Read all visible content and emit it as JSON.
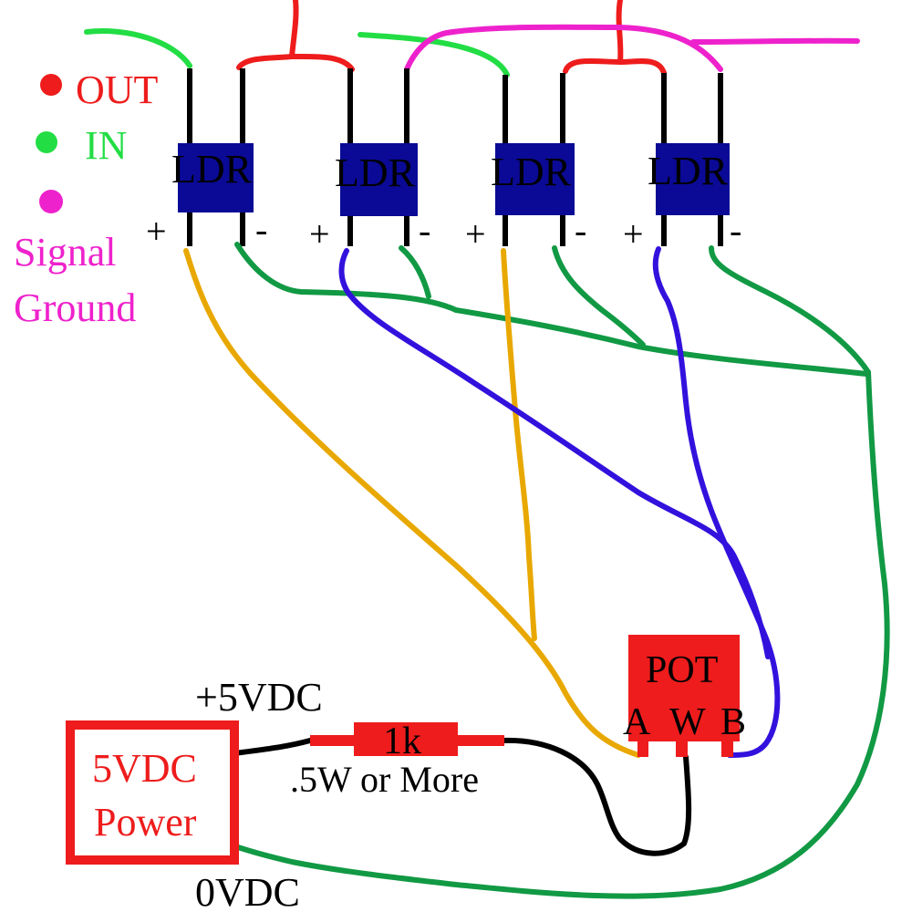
{
  "legend": {
    "out_label": "OUT",
    "in_label": "IN",
    "signal_ground_line1": "Signal",
    "signal_ground_line2": "Ground"
  },
  "ldrs": [
    {
      "label": "LDR",
      "plus": "+",
      "minus": "-"
    },
    {
      "label": "LDR",
      "plus": "+",
      "minus": "-"
    },
    {
      "label": "LDR",
      "plus": "+",
      "minus": "-"
    },
    {
      "label": "LDR",
      "plus": "+",
      "minus": "-"
    }
  ],
  "pot": {
    "label": "POT",
    "pin_a": "A",
    "pin_w": "W",
    "pin_b": "B"
  },
  "resistor": {
    "value": "1k",
    "rating": ".5W or More"
  },
  "power": {
    "line1": "5VDC",
    "line2": "Power",
    "positive_label": "+5VDC",
    "ground_label": "0VDC"
  },
  "colors": {
    "out": "#ee1c1c",
    "in": "#22dd44",
    "signal_ground": "#ee22cc",
    "ldr_body": "#0a0a96",
    "ground_wire": "#119944",
    "supply_wire": "#e8a800",
    "wiper_wire": "#3311dd",
    "component_red": "#ee1c1c",
    "black": "#000000"
  }
}
